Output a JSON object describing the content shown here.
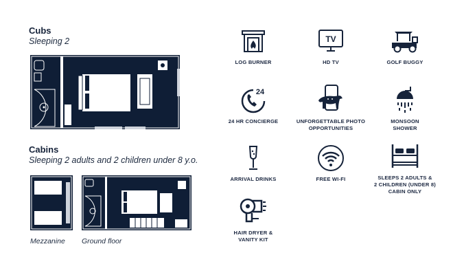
{
  "cubs": {
    "title": "Cubs",
    "subtitle": "Sleeping 2"
  },
  "cabins": {
    "title": "Cabins",
    "subtitle": "Sleeping 2 adults and 2 children under 8 y.o.",
    "captions": {
      "mezzanine": "Mezzanine",
      "ground": "Ground floor"
    }
  },
  "amenities": [
    {
      "icon": "fireplace-icon",
      "label": "LOG BURNER"
    },
    {
      "icon": "tv-icon",
      "label": "HD TV"
    },
    {
      "icon": "golf-buggy-icon",
      "label": "GOLF BUGGY"
    },
    {
      "icon": "phone-24-icon",
      "label": "24 HR CONCIERGE"
    },
    {
      "icon": "phone-cheetah-icon",
      "label": "UNFORGETTABLE PHOTO\nOPPORTUNITIES"
    },
    {
      "icon": "shower-icon",
      "label": "MONSOON\nSHOWER"
    },
    {
      "icon": "champagne-glass-icon",
      "label": "ARRIVAL DRINKS"
    },
    {
      "icon": "wifi-icon",
      "label": "FREE WI-FI"
    },
    {
      "icon": "bed-icon",
      "label": "SLEEPS 2 ADULTS &\n2 CHILDREN (UNDER 8)\nCABIN ONLY"
    },
    {
      "icon": "hair-dryer-icon",
      "label": "HAIR DRYER &\nVANITY KIT"
    }
  ]
}
